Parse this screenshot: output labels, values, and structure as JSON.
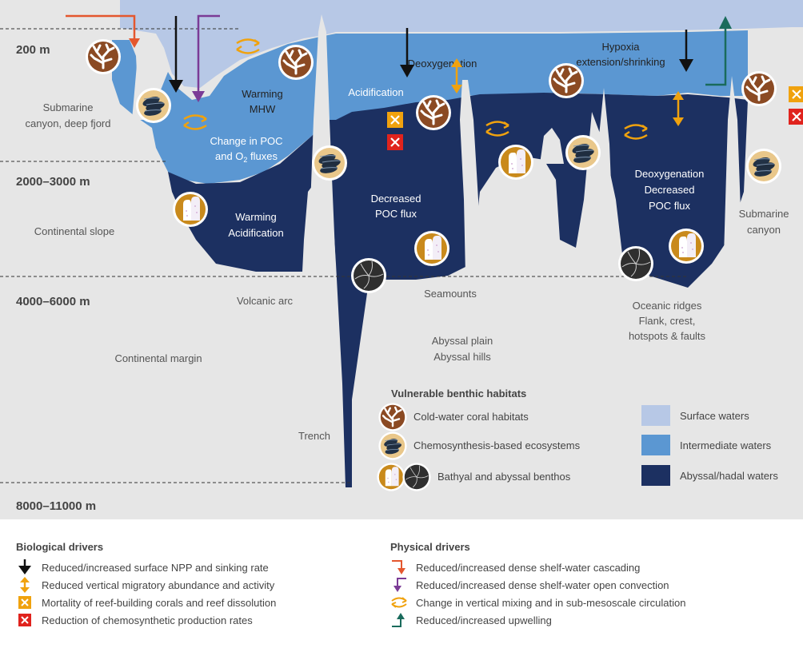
{
  "depths": [
    "200 m",
    "2000–3000 m",
    "4000–6000 m",
    "8000–11000 m"
  ],
  "features": {
    "submarine_canyon_fjord": [
      "Submarine",
      "canyon, deep fjord"
    ],
    "continental_slope": "Continental slope",
    "continental_margin": "Continental margin",
    "volcanic_arc": "Volcanic arc",
    "trench": "Trench",
    "seamounts": "Seamounts",
    "abyssal_plain": [
      "Abyssal plain",
      "Abyssal hills"
    ],
    "oceanic_ridges": [
      "Oceanic ridges",
      "Flank, crest,",
      "hotspots & faults"
    ],
    "submarine_canyon_right": [
      "Submarine",
      "canyon"
    ]
  },
  "impacts": {
    "warming_mhw": [
      "Warming",
      "MHW"
    ],
    "poc_o2": [
      "Change in POC",
      "and O",
      "2",
      " fluxes"
    ],
    "warming_acid": [
      "Warming",
      "Acidification"
    ],
    "acidification": "Acidification",
    "deoxygenation": "Deoxygenation",
    "hypoxia": [
      "Hypoxia",
      "extension/shrinking"
    ],
    "decreased_poc": [
      "Decreased",
      "POC flux"
    ],
    "deox_poc": [
      "Deoxygenation",
      "Decreased",
      "POC flux"
    ]
  },
  "habitats_legend": {
    "title": "Vulnerable benthic habitats",
    "items": [
      "Cold-water coral habitats",
      "Chemosynthesis-based ecosystems",
      "Bathyal and abyssal benthos"
    ]
  },
  "waters_legend": {
    "items": [
      {
        "label": "Surface waters",
        "color": "#b7c8e6"
      },
      {
        "label": "Intermediate waters",
        "color": "#5b97d2"
      },
      {
        "label": "Abyssal/hadal waters",
        "color": "#1c3061"
      }
    ]
  },
  "biological_drivers": {
    "title": "Biological drivers",
    "items": [
      "Reduced/increased surface NPP and sinking rate",
      "Reduced vertical migratory abundance and activity",
      "Mortality of reef-building corals and reef dissolution",
      "Reduction of chemosynthetic production rates"
    ]
  },
  "physical_drivers": {
    "title": "Physical drivers",
    "items": [
      "Reduced/increased dense shelf-water cascading",
      "Reduced/increased dense shelf-water open convection",
      "Change in vertical mixing and in sub-mesoscale circulation",
      "Reduced/increased upwelling"
    ]
  },
  "colors": {
    "surface": "#b7c8e6",
    "intermediate": "#5b97d2",
    "abyssal": "#1c3061",
    "land": "#e6e6e6",
    "orange": "#f0a20e",
    "red": "#e0231d",
    "red_orange": "#e4572e",
    "purple": "#7b3b96",
    "teal": "#1a6b5c",
    "coral_brown": "#8b4a23",
    "gold": "#c98a1c"
  }
}
